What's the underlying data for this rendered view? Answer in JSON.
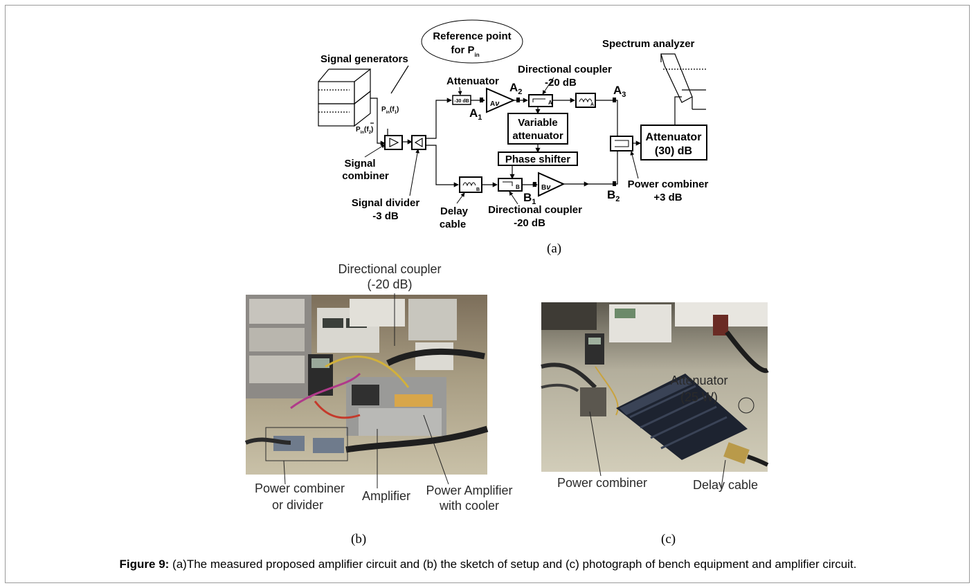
{
  "diagram": {
    "signal_generators": "Signal generators",
    "reference_point_line1": "Reference point",
    "reference_point_line2": "for P",
    "reference_point_sub": "in",
    "pin1": "P",
    "pin1_sub": "in",
    "pin1_arg": "(f",
    "pin1_arg_sub": "1",
    "pin1_close": ")",
    "pin2": "P",
    "pin2_sub": "in",
    "pin2_arg": "(f",
    "pin2_arg_sub": "2",
    "pin2_close": ")",
    "attenuator": "Attenuator",
    "attenuator_box": "-30 dB",
    "amp_a": "A",
    "amp_a_nu": "ν",
    "amp_b": "B",
    "amp_b_nu": "ν",
    "a1": "A",
    "a1_sub": "1",
    "a2": "A",
    "a2_sub": "2",
    "a3": "A",
    "a3_sub": "3",
    "b1": "B",
    "b1_sub": "1",
    "b2": "B",
    "b2_sub": "2",
    "dir_coupler_top_line1": "Directional coupler",
    "dir_coupler_top_line2": "-20 dB",
    "coupler_a_tag": "A",
    "filter_a_tag": "A",
    "variable_att_line1": "Variable",
    "variable_att_line2": "attenuator",
    "phase_shifter": "Phase shifter",
    "spectrum_analyzer": "Spectrum analyzer",
    "attenuator30_line1": "Attenuator",
    "attenuator30_line2": "(30) dB",
    "signal_combiner_line1": "Signal",
    "signal_combiner_line2": "combiner",
    "signal_divider_line1": "Signal divider",
    "signal_divider_line2": "-3 dB",
    "delay_cable_line1": "Delay",
    "delay_cable_line2": "cable",
    "delay_tag": "B",
    "coupler_b_tag": "B",
    "dir_coupler_bot_line1": "Directional coupler",
    "dir_coupler_bot_line2": "-20 dB",
    "power_combiner_line1": "Power combiner",
    "power_combiner_line2": "+3 dB"
  },
  "subcaption_a": "(a)",
  "photo_b": {
    "dir_coupler_line1": "Directional coupler",
    "dir_coupler_line2": "(-20 dB)",
    "power_combiner_line1": "Power combiner",
    "power_combiner_line2": "or divider",
    "amplifier": "Amplifier",
    "power_amp_line1": "Power Amplifier",
    "power_amp_line2": "with cooler"
  },
  "photo_c": {
    "attenuator_line1": "Attenuator",
    "attenuator_line2": "(25 W)",
    "power_combiner": "Power combiner",
    "delay_cable": "Delay cable"
  },
  "subcaption_b": "(b)",
  "subcaption_c": "(c)",
  "caption": {
    "prefix": "Figure 9:",
    "text": " (a)The measured proposed amplifier circuit and (b) the sketch of setup  and (c) photograph of bench equipment and amplifier circuit."
  }
}
